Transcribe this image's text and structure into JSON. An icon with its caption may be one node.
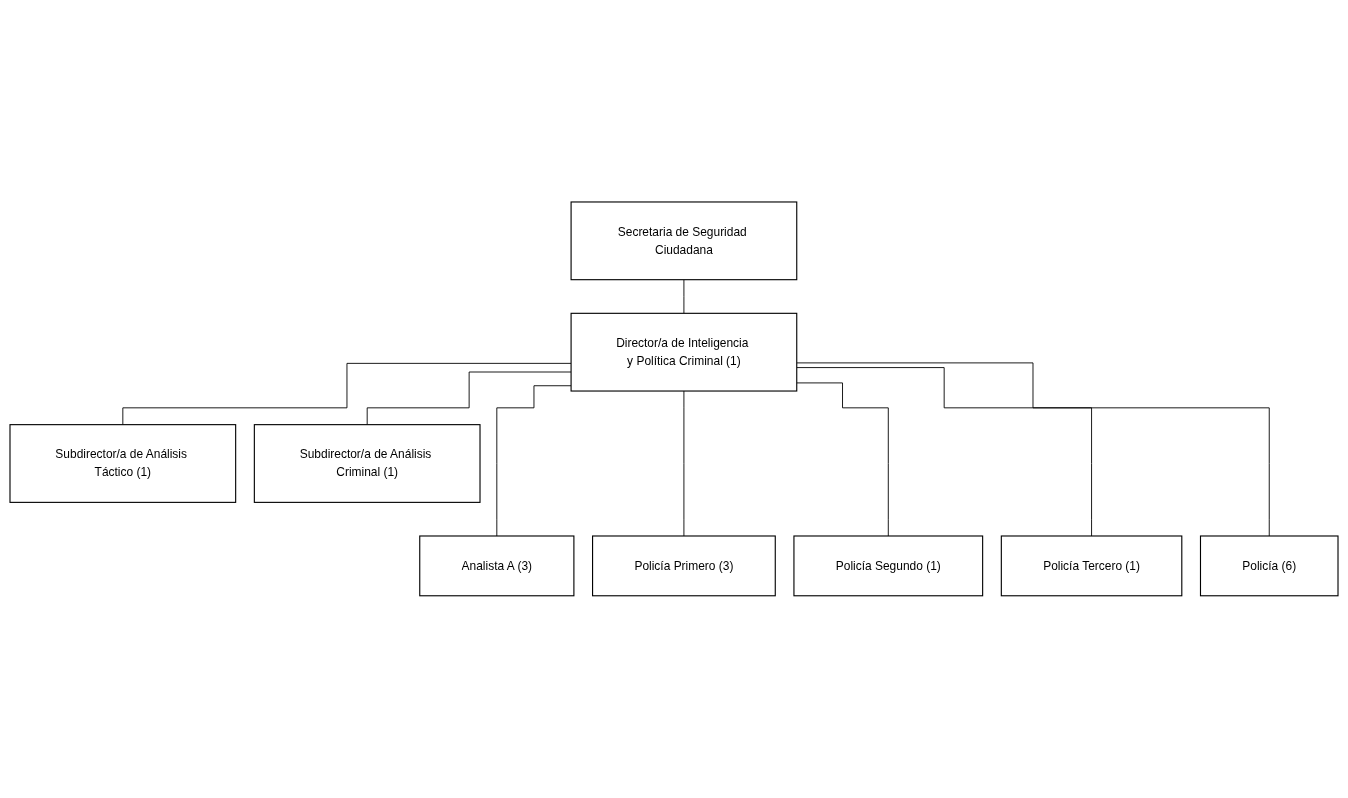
{
  "diagram": {
    "nodes": [
      {
        "text": [
          "Secretaria de Seguridad Ciudadana"
        ]
      },
      {
        "text": [
          "Director/a de Inteligencia y Política Criminal (1)"
        ]
      },
      {
        "text": [
          "Subdirector/a de Análisis Táctico (1)"
        ]
      },
      {
        "text": [
          "Subdirector/a de Análisis Criminal (1)"
        ]
      },
      {
        "text": [
          "Analista A (3)"
        ]
      },
      {
        "text": [
          "Policía Primero (3)"
        ]
      },
      {
        "text": [
          "Policía Segundo (1)"
        ]
      },
      {
        "text": [
          "Policía Tercero (1)"
        ]
      },
      {
        "text": [
          "Policía (6)"
        ]
      }
    ],
    "edges": [
      {
        "from": 0,
        "to": 1,
        "arrow": "none"
      },
      {
        "from": 1,
        "to": 2,
        "arrow": "none"
      },
      {
        "from": 1,
        "to": 3,
        "arrow": "none"
      },
      {
        "from": 1,
        "to": 4,
        "arrow": "none"
      },
      {
        "from": 1,
        "to": 5,
        "arrow": "none"
      },
      {
        "from": 1,
        "to": 6,
        "arrow": "none"
      },
      {
        "from": 1,
        "to": 7,
        "arrow": "none"
      },
      {
        "from": 1,
        "to": 8,
        "arrow": "none"
      }
    ]
  }
}
